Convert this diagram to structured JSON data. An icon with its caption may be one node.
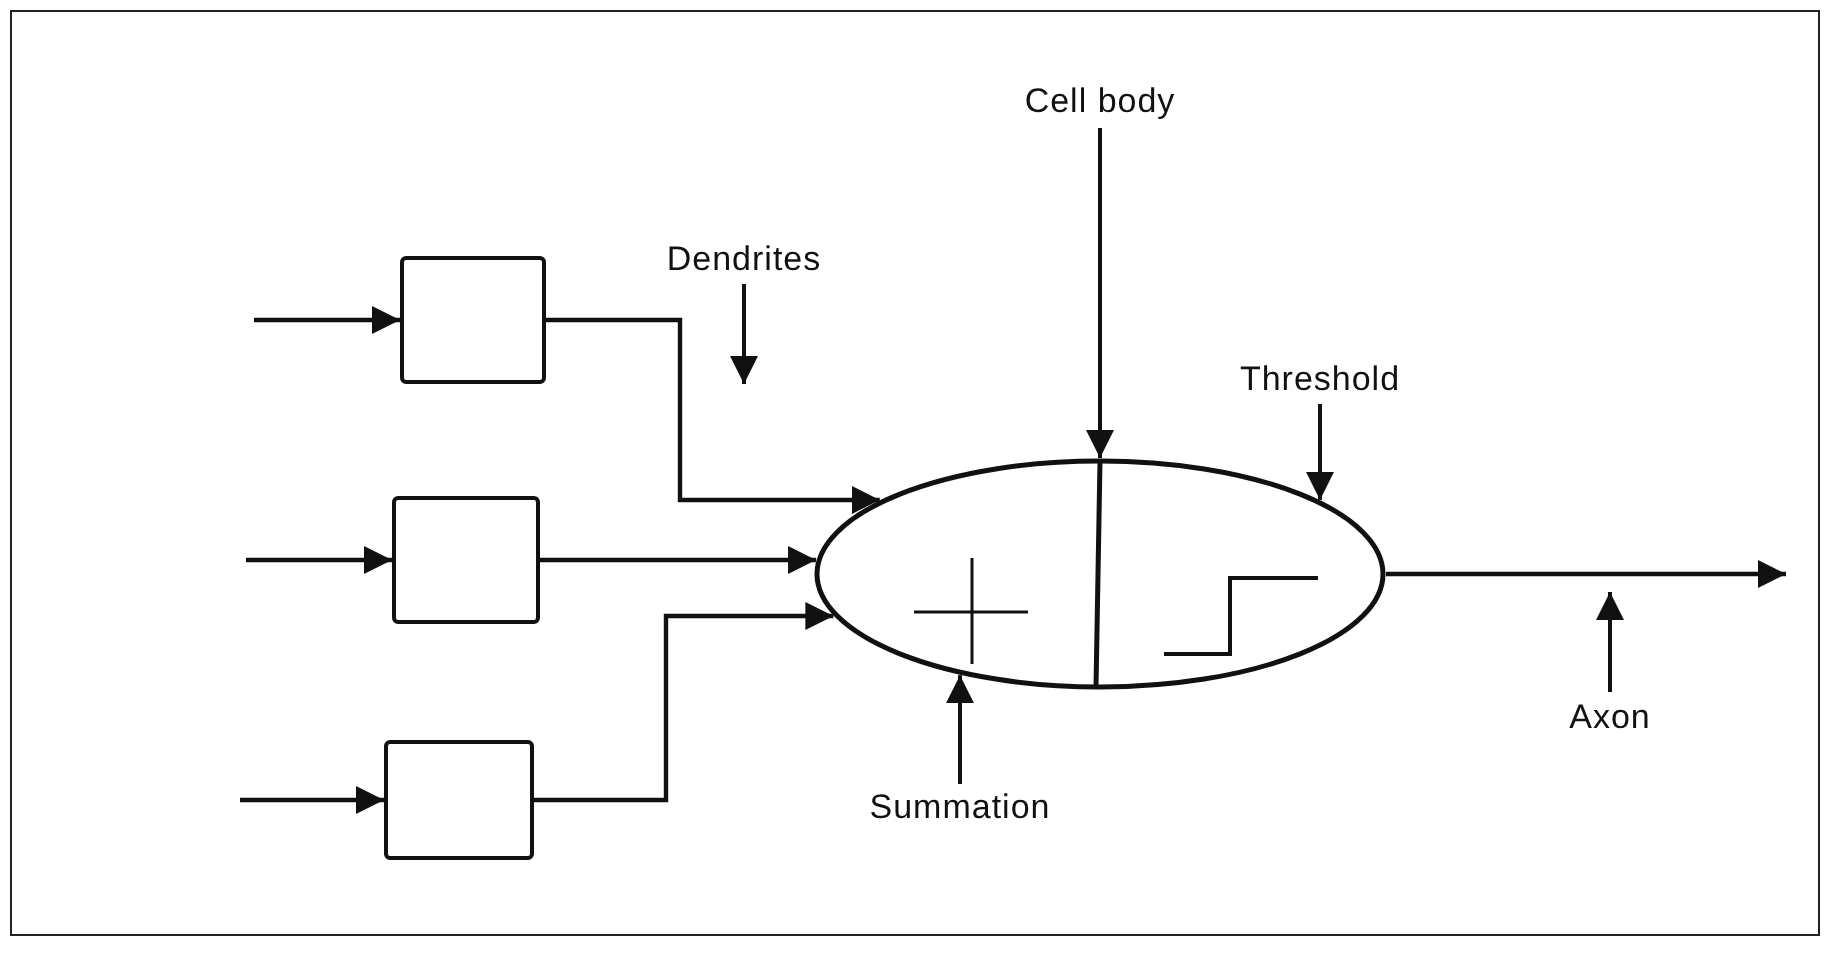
{
  "diagram": {
    "nodes": [
      {
        "text": [],
        "shape": "box"
      },
      {
        "text": [],
        "shape": "box"
      },
      {
        "text": [],
        "shape": "box"
      },
      {
        "text": [],
        "shape": "ellipse"
      },
      {
        "text": [
          "Dendrites"
        ]
      },
      {
        "text": [
          "Cell body"
        ]
      },
      {
        "text": [
          "Threshold"
        ]
      },
      {
        "text": [
          "Summation"
        ]
      },
      {
        "text": [
          "Axon"
        ]
      }
    ],
    "edges": [
      {
        "from": null,
        "to": 0,
        "arrow": "to"
      },
      {
        "from": null,
        "to": 1,
        "arrow": "to"
      },
      {
        "from": null,
        "to": 2,
        "arrow": "to"
      },
      {
        "from": 0,
        "to": 3,
        "arrow": "to"
      },
      {
        "from": 1,
        "to": 3,
        "arrow": "to"
      },
      {
        "from": 2,
        "to": 3,
        "arrow": "to"
      },
      {
        "from": 3,
        "to": null,
        "arrow": "to"
      },
      {
        "from": 4,
        "to": null,
        "arrow": "to"
      },
      {
        "from": 5,
        "to": 3,
        "arrow": "to"
      },
      {
        "from": 6,
        "to": 3,
        "arrow": "to"
      },
      {
        "from": 7,
        "to": 3,
        "arrow": "to"
      },
      {
        "from": 8,
        "to": null,
        "arrow": "to"
      }
    ]
  }
}
